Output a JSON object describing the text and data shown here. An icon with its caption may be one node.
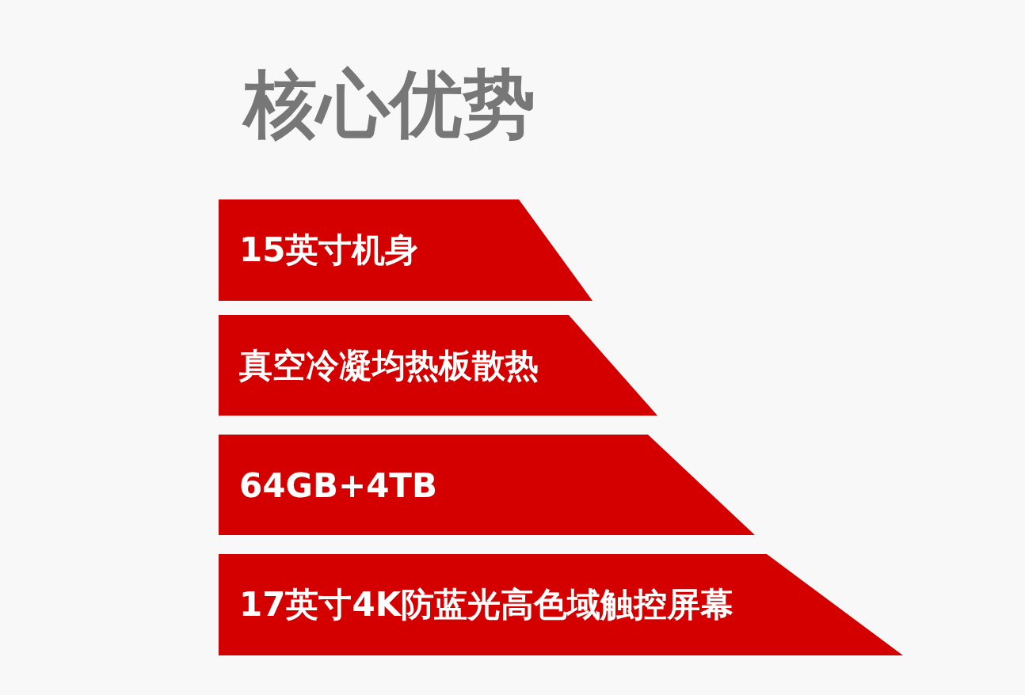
{
  "diagram": {
    "title": "核心优势",
    "nodes": [
      {
        "text": [
          "15英寸机身"
        ]
      },
      {
        "text": [
          "真空冷凝均热板散热"
        ]
      },
      {
        "text": [
          "64GB+4TB"
        ]
      },
      {
        "text": [
          "17英寸4K防蓝光高色域触控屏幕"
        ]
      }
    ]
  }
}
